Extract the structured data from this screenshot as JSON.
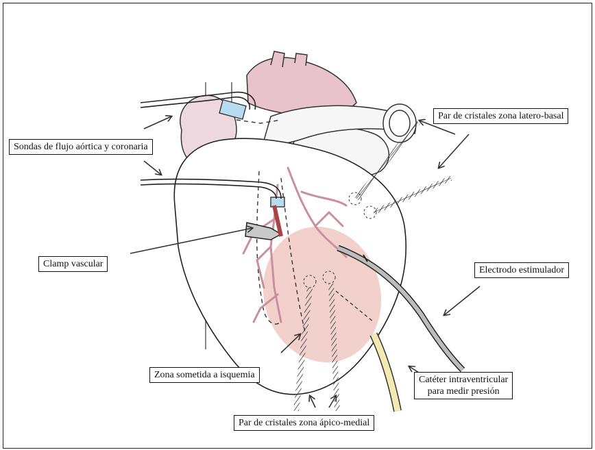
{
  "labels": {
    "aortic_coronary_probes": "Sondas de flujo aórtica y coronaria",
    "vascular_clamp": "Clamp vascular",
    "ischemia_zone": "Zona sometida a isquemia",
    "latero_basal_crystals": "Par de cristales zona latero-basal",
    "stimulating_electrode": "Electrodo estimulador",
    "catheter_line1": "Catéter intraventricular",
    "catheter_line2": "para medir presión",
    "apico_medial_crystals": "Par de cristales zona ápico-medial"
  },
  "colors": {
    "ischemia_fill": "#f0c9c4",
    "vessel_pink": "#e7c6ce",
    "probe_blue": "#b8dcef",
    "catheter_yellow": "#f3eab2",
    "ink": "#222222"
  }
}
